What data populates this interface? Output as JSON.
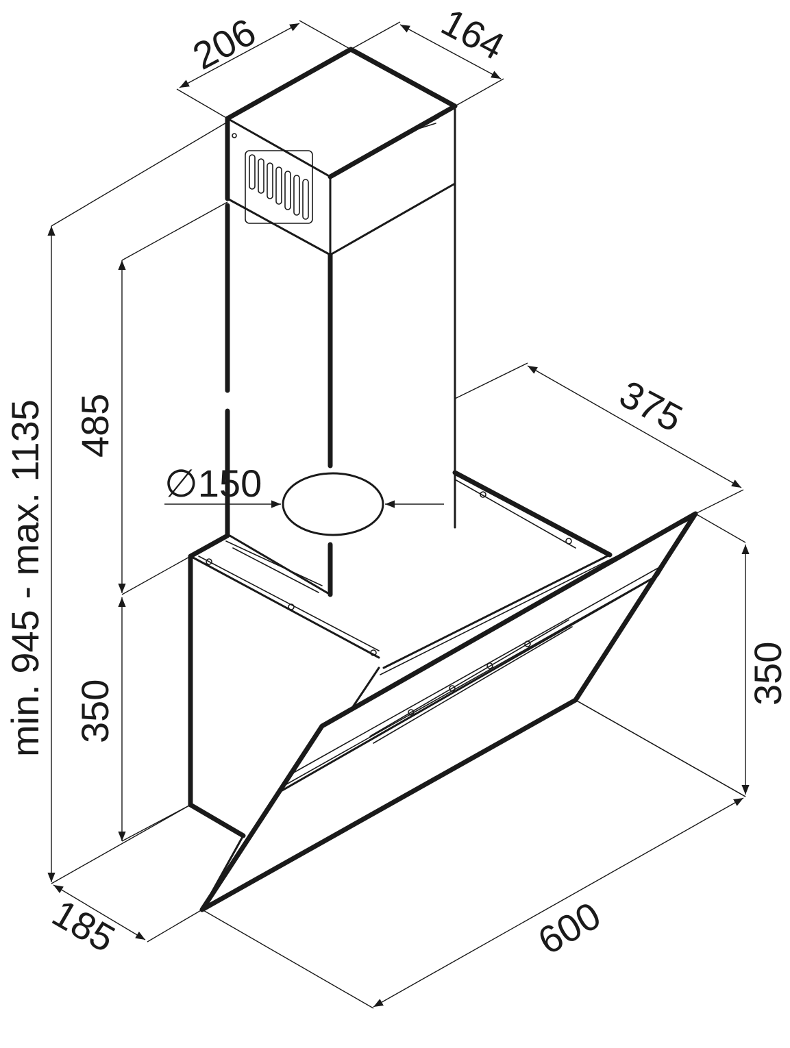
{
  "dimensions": {
    "duct_width": "206",
    "duct_depth": "164",
    "hood_depth_top": "375",
    "total_height": "min. 945 - max. 1135",
    "chimney_height": "485",
    "hood_height_left": "350",
    "hood_height_right": "350",
    "outlet_diameter": "∅150",
    "base_depth": "185",
    "width": "600"
  }
}
